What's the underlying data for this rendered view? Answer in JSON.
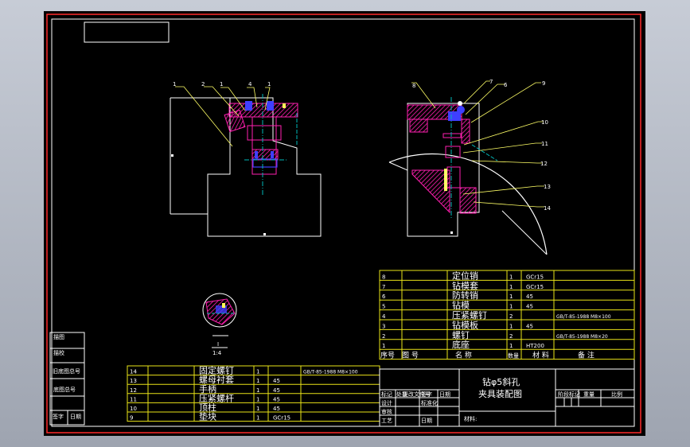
{
  "drawing": {
    "title_line1": "钻φ5斜孔",
    "title_line2": "夹具装配图",
    "material_label": "材料:"
  },
  "callouts": {
    "front": [
      "1",
      "2",
      "1",
      "4",
      "1"
    ],
    "side": [
      "8",
      "7",
      "6",
      "9",
      "10",
      "11",
      "12",
      "13",
      "14"
    ]
  },
  "detail": {
    "label": "I",
    "scale": "1:4"
  },
  "parts_upper": {
    "rows": [
      {
        "no": "8",
        "name": "定位销",
        "qty": "1",
        "material": "GCr15",
        "note": ""
      },
      {
        "no": "7",
        "name": "钻模套",
        "qty": "1",
        "material": "GCr15",
        "note": ""
      },
      {
        "no": "6",
        "name": "防转销",
        "qty": "1",
        "material": "45",
        "note": ""
      },
      {
        "no": "5",
        "name": "钻模",
        "qty": "1",
        "material": "45",
        "note": ""
      },
      {
        "no": "4",
        "name": "压紧螺钉",
        "qty": "2",
        "material": "",
        "note": "GB/T-85-1988 M8×100"
      },
      {
        "no": "3",
        "name": "钻模板",
        "qty": "1",
        "material": "45",
        "note": ""
      },
      {
        "no": "2",
        "name": "螺钉",
        "qty": "2",
        "material": "",
        "note": "GB/T-85-1988 M8×20"
      },
      {
        "no": "1",
        "name": "底座",
        "qty": "1",
        "material": "HT200",
        "note": ""
      }
    ],
    "header": {
      "seq": "序号",
      "code": "图  号",
      "name": "名  称",
      "qty": "数量",
      "material": "材  料",
      "note": "备    注"
    }
  },
  "parts_lower": {
    "rows": [
      {
        "no": "14",
        "name": "固定螺钉",
        "qty": "1",
        "material": "",
        "note": "GB/T-85-1988 M8×100"
      },
      {
        "no": "13",
        "name": "螺母衬套",
        "qty": "1",
        "material": "45",
        "note": ""
      },
      {
        "no": "12",
        "name": "手柄",
        "qty": "1",
        "material": "45",
        "note": ""
      },
      {
        "no": "11",
        "name": "压紧螺杆",
        "qty": "1",
        "material": "45",
        "note": ""
      },
      {
        "no": "10",
        "name": "顶柱",
        "qty": "1",
        "material": "45",
        "note": ""
      },
      {
        "no": "9",
        "name": "垫块",
        "qty": "1",
        "material": "GCr15",
        "note": ""
      }
    ]
  },
  "revision_block": {
    "row1": [
      "标记",
      "处数",
      "更改文件号",
      "签字",
      "日期"
    ],
    "row2": [
      "设计",
      "",
      "标准化",
      ""
    ],
    "row3": [
      "审核",
      "",
      "",
      ""
    ],
    "row4": [
      "工艺",
      "",
      "日期",
      ""
    ]
  },
  "right_block": {
    "labels": [
      "阶段标记",
      "重量",
      "比例"
    ]
  },
  "left_strip": {
    "labels": [
      "描图",
      "描校",
      "旧底图总号",
      "底图总号",
      "签字",
      "日期"
    ]
  },
  "colors": {
    "frame": "#ff2a2a",
    "line": "#ffffff",
    "table": "#e9e318",
    "leader": "#ffff66",
    "hatch": "#ff1fb0",
    "bolt": "#3f3fff",
    "center": "#00b7b7"
  }
}
